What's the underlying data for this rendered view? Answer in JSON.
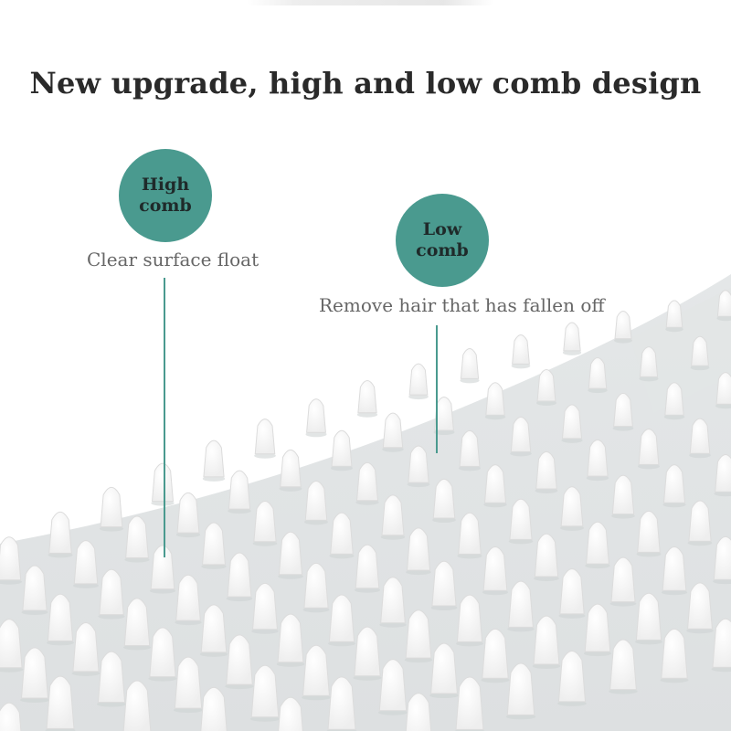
{
  "title": "New upgrade, high and low comb design",
  "callouts": {
    "high": {
      "line1": "High",
      "line2": "comb",
      "caption": "Clear surface float"
    },
    "low": {
      "line1": "Low",
      "line2": "comb",
      "caption": "Remove hair that has fallen off"
    }
  },
  "colors": {
    "badge": "#4a9a8f",
    "brush": "#e9ebec",
    "bristle": "#f8f8f8",
    "mesh": "#8fd3c7"
  }
}
